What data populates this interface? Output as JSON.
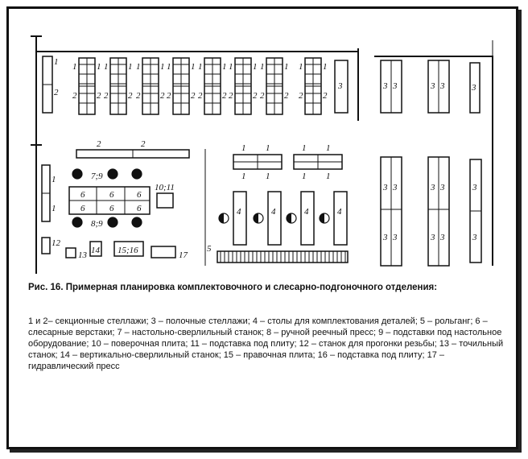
{
  "figure": {
    "caption_title": "Рис. 16. Примерная планировка комплектовочного и слесарно-подгоночного отделения:",
    "legend_text": "1 и 2– секционные стеллажи; 3 – полочные стеллажи; 4 – столы для комплектования деталей; 5 – рольганг; 6 – слесарные верстаки; 7 – настольно-сверлильный станок; 8 – ручной реечный пресс; 9 – подставки под настольное оборудование; 10 – поверочная плита; 11 – подставка под плиту; 12 – станок для прогонки резьбы; 13 – точильный станок; 14 – вертикально-сверлильный станок; 15 – правочная плита; 16 – подставка под плиту; 17 – гидравлический пресс"
  },
  "labels": {
    "one": "1",
    "two": "2",
    "three": "3",
    "four": "4",
    "five": "5",
    "six": "6",
    "seven_nine": "7;9",
    "eight_nine": "8;9",
    "ten_eleven": "10;11",
    "twelve": "12",
    "thirteen": "13",
    "fourteen": "14",
    "fifteen_sixteen": "15;16",
    "seventeen": "17"
  }
}
